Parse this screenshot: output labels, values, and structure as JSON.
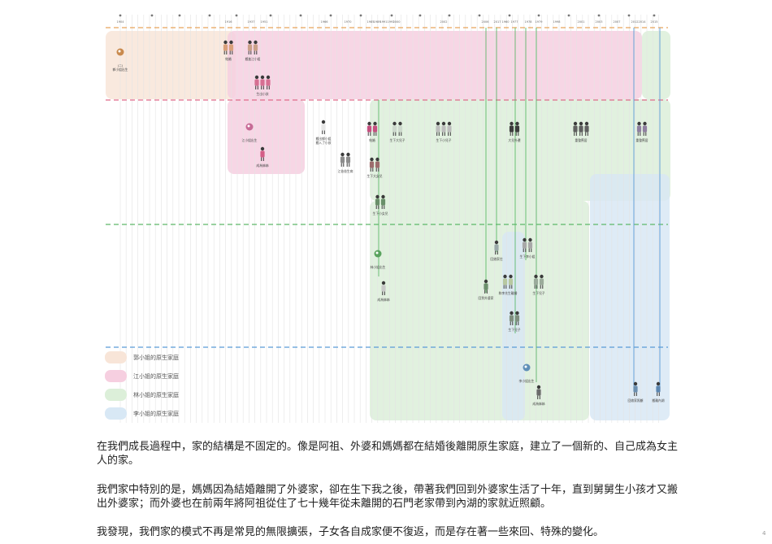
{
  "timeline": {
    "years": [
      "1904",
      "1916",
      "1937",
      "1951",
      "1966",
      "1970",
      "1985",
      "1989",
      "1991",
      "1993",
      "2000",
      "2002",
      "2006",
      "2017"
    ],
    "extra_year_labels": [
      "1960",
      "1977",
      "1978",
      "1979",
      "1998",
      "2001",
      "2003",
      "2007",
      "2012",
      "2014",
      "2015"
    ]
  },
  "colors": {
    "guo": "#f8e5d8",
    "jiang": "#f6cfe0",
    "lin": "#dcefd9",
    "li": "#d8e8f5",
    "orange_line": "#e8a35a",
    "pink_line": "#e06b8a",
    "green_line": "#5db869",
    "blue_line": "#5a9bd6"
  },
  "legend": [
    {
      "label": "郭小姐的原生家庭",
      "color": "#f8e5d8"
    },
    {
      "label": "江小姐的原生家庭",
      "color": "#f6cfe0"
    },
    {
      "label": "林小姐的原生家庭",
      "color": "#dcefd9"
    },
    {
      "label": "李小姐的原生家庭",
      "color": "#d8e8f5"
    }
  ],
  "events": [
    {
      "id": "guo-born",
      "label": "(二)\n郭小姐出生"
    },
    {
      "id": "marry-1",
      "label": "結婚"
    },
    {
      "id": "child-1",
      "label": "搬進江小姐"
    },
    {
      "id": "twins",
      "label": "生出小孩"
    },
    {
      "id": "jiang-born",
      "label": "江小姐出生"
    },
    {
      "id": "sibling",
      "label": "成為姊姊"
    },
    {
      "id": "move-1",
      "label": "搬出郭小姐\n搬入了小孩"
    },
    {
      "id": "sick",
      "label": "江爸爸生病"
    },
    {
      "id": "marry-2",
      "label": "結婚"
    },
    {
      "id": "kids-2",
      "label": "生下大兒子"
    },
    {
      "id": "kids-3",
      "label": "生下小兒子"
    },
    {
      "id": "kids-4",
      "label": "生下大女兒"
    },
    {
      "id": "kids-5",
      "label": "生下小女兒"
    },
    {
      "id": "leave",
      "label": "大兒外遷"
    },
    {
      "id": "house",
      "label": "重整舊居"
    },
    {
      "id": "lin-born",
      "label": "林小姐出生"
    },
    {
      "id": "sister-2",
      "label": "成為姊姊"
    },
    {
      "id": "move-2",
      "label": "回娘家住"
    },
    {
      "id": "child-7",
      "label": "生下李小姐"
    },
    {
      "id": "mom",
      "label": "和李先生離婚"
    },
    {
      "id": "kid-8",
      "label": "生下兒子"
    },
    {
      "id": "back",
      "label": "回到外婆家"
    },
    {
      "id": "son-2",
      "label": "生下兒子"
    },
    {
      "id": "li-born",
      "label": "李小姐出生"
    },
    {
      "id": "sister-3",
      "label": "成為姊姊"
    },
    {
      "id": "care",
      "label": "回娘家照顧"
    },
    {
      "id": "end",
      "label": "搬離內湖"
    }
  ],
  "paragraphs": [
    "在我們成長過程中，家的結構是不固定的。像是阿祖、外婆和媽媽都在結婚後離開原生家庭，建立了一個新的、自己成為女主人的家。",
    "我們家中特別的是，媽媽因為結婚離開了外婆家，卻在生下我之後，帶著我們回到外婆家生活了十年，直到舅舅生小孩才又搬出外婆家；而外婆也在前兩年將阿祖從住了七十幾年從未離開的石門老家帶到內湖的家就近照顧。",
    "我發現，我們家的模式不再是常見的無限擴張，子女各自成家便不復返，而是存在著一些來回、特殊的變化。"
  ],
  "page_number": "4"
}
